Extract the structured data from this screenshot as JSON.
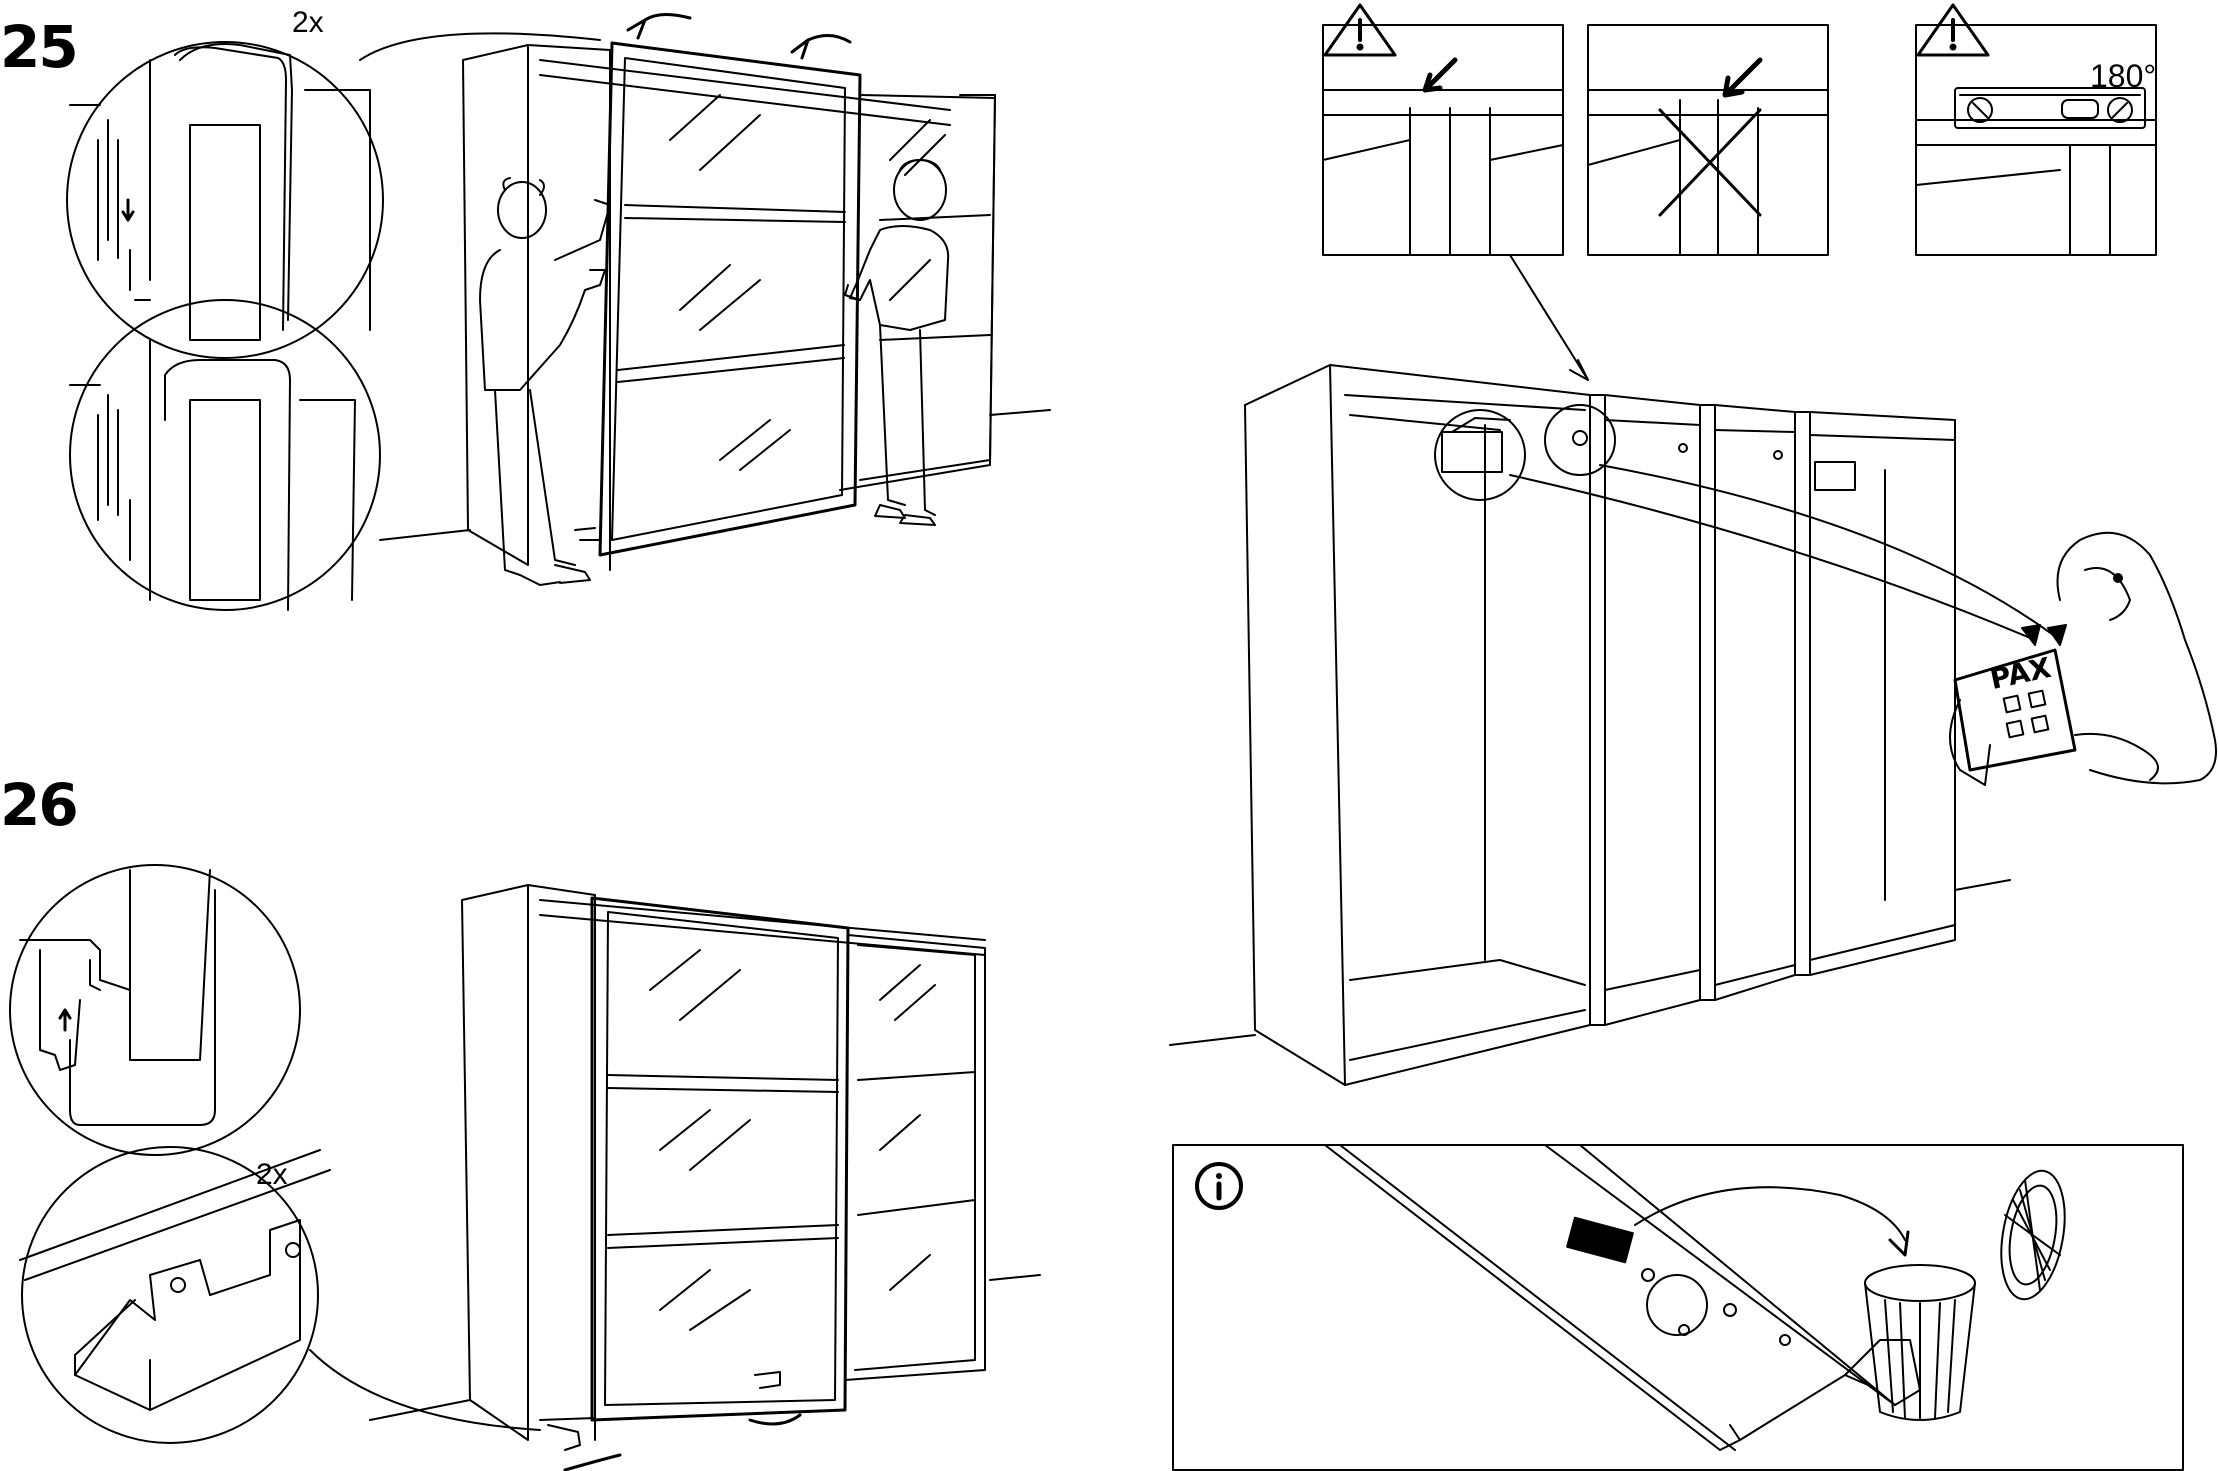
{
  "page": {
    "steps": [
      {
        "number": "25",
        "quantity": "2x"
      },
      {
        "number": "26",
        "quantity": "2x"
      }
    ],
    "warnings": {
      "level_angle": "180°",
      "manual_brand": "PAX"
    },
    "icons": [
      "warning-triangle-icon",
      "warning-triangle-icon",
      "info-icon",
      "arrow-icon",
      "cross-mark-icon",
      "trash-bin-icon",
      "spirit-level-icon"
    ]
  }
}
